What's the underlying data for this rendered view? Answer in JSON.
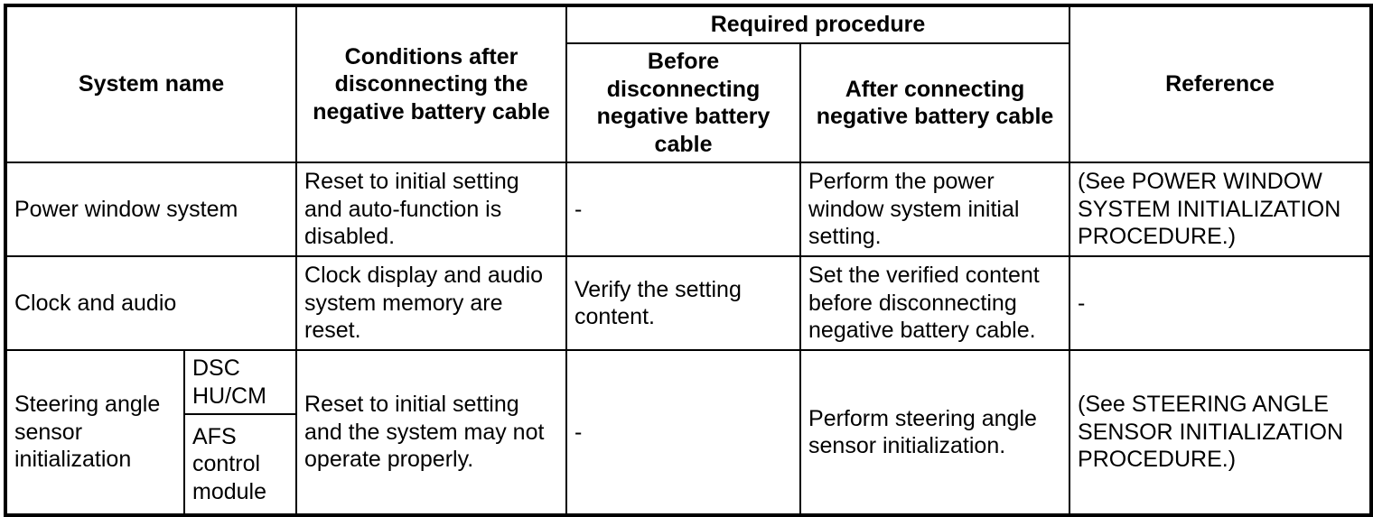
{
  "table": {
    "caption": "",
    "headers": {
      "system_name": "System name",
      "conditions": "Conditions after disconnecting the negative battery cable",
      "required_procedure": "Required procedure",
      "before_disconnecting": "Before disconnecting negative battery cable",
      "after_connecting": "After connecting negative battery cable",
      "reference": "Reference"
    },
    "rows": [
      {
        "system_name": "Power window system",
        "subitems": [],
        "conditions": "Reset to initial setting and auto-function is disabled.",
        "before_disconnecting": "-",
        "after_connecting": "Perform the power window system initial setting.",
        "reference": "(See POWER WINDOW SYSTEM INITIALIZATION PROCEDURE.)"
      },
      {
        "system_name": "Clock and audio",
        "subitems": [],
        "conditions": "Clock display and audio system memory are reset.",
        "before_disconnecting": "Verify the setting content.",
        "after_connecting": "Set the verified content before disconnecting negative battery cable.",
        "reference": "-"
      },
      {
        "system_name": "Steering angle sensor initialization",
        "subitems": [
          "DSC HU/CM",
          "AFS control module"
        ],
        "conditions": "Reset to initial setting and the system may not operate properly.",
        "before_disconnecting": "-",
        "after_connecting": "Perform steering angle sensor initialization.",
        "reference": "(See STEERING ANGLE SENSOR INITIALIZATION PROCEDURE.)"
      }
    ]
  },
  "colors": {
    "border": "#000000",
    "background": "#ffffff",
    "text": "#000000"
  }
}
